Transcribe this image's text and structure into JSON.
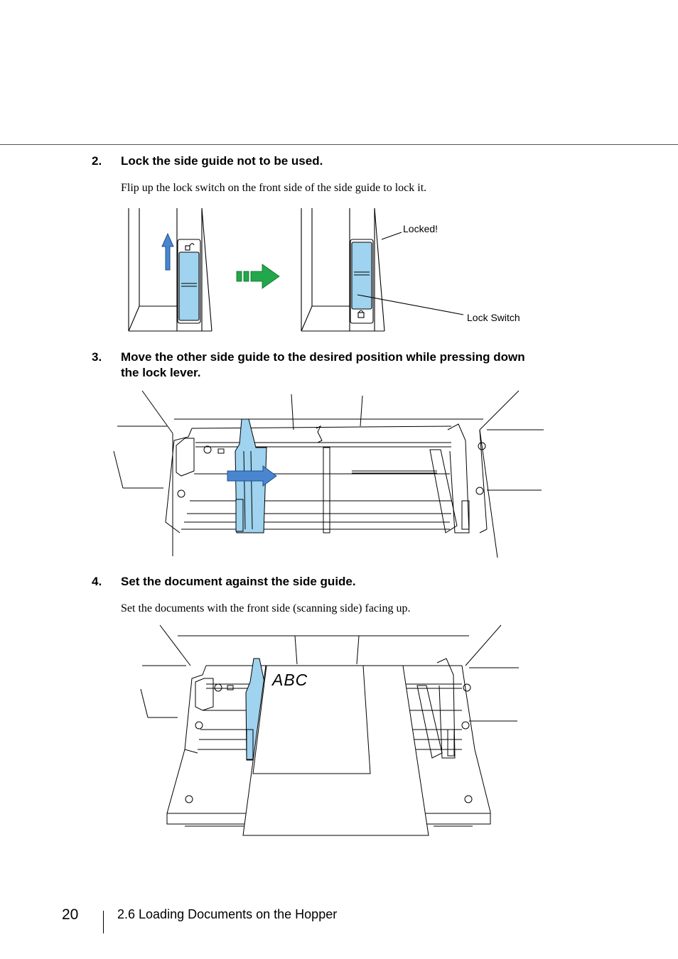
{
  "steps": [
    {
      "number": "2.",
      "title": "Lock the side guide not to be used.",
      "body": "Flip up the lock switch on the front side of the side guide to lock it.",
      "callouts": {
        "locked": "Locked!",
        "lock_switch": "Lock Switch"
      }
    },
    {
      "number": "3.",
      "title_line1": "Move the other side guide to the desired position while pressing down",
      "title_line2": "the lock lever."
    },
    {
      "number": "4.",
      "title": "Set the document against the side guide.",
      "body": "Set the documents with the front side (scanning side) facing up.",
      "document_text": "ABC"
    }
  ],
  "footer": {
    "page_number": "20",
    "section": "2.6 Loading Documents on the Hopper"
  },
  "colors": {
    "guide_blue": "#9fd3ef",
    "arrow_blue": "#4a86d0",
    "arrow_green": "#22a84a"
  }
}
